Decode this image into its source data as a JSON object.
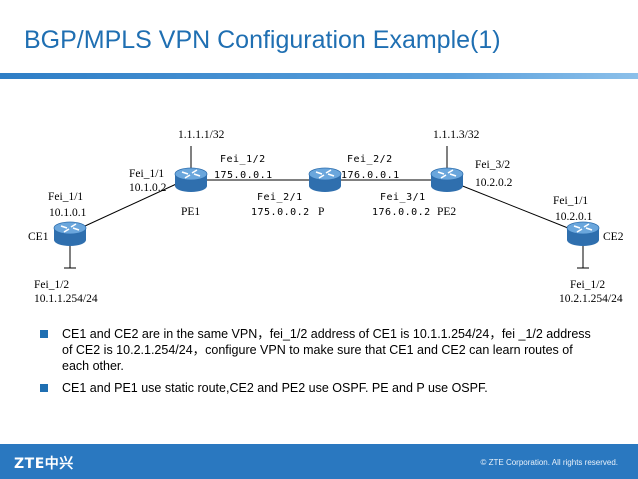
{
  "title": "BGP/MPLS VPN Configuration Example(1)",
  "colors": {
    "title": "#1f6fb2",
    "footer": "#2a78c0",
    "router": "#3a7bbf",
    "bullet": "#1f6fb2"
  },
  "devices": {
    "ce1": "CE1",
    "pe1": "PE1",
    "p": "P",
    "pe2": "PE2",
    "ce2": "CE2"
  },
  "loopbacks": {
    "pe1": "1.1.1.1/32",
    "pe2": "1.1.1.3/32"
  },
  "interfaces": {
    "ce1_fei11_name": "Fei_1/1",
    "ce1_fei11_ip": "10.1.0.1",
    "ce1_fei12_name": "Fei_1/2",
    "ce1_fei12_ip": "10.1.1.254/24",
    "pe1_fei11_name": "Fei_1/1",
    "pe1_fei11_ip": "10.1.0.2",
    "pe1_fei12_name": "Fei_1/2",
    "pe1_fei12_ip": "175.0.0.1",
    "p_fei21_name": "Fei_2/1",
    "p_fei21_ip": "175.0.0.2",
    "p_fei22_name": "Fei_2/2",
    "p_fei22_ip": "176.0.0.1",
    "pe2_fei31_name": "Fei_3/1",
    "pe2_fei31_ip": "176.0.0.2",
    "pe2_fei32_name": "Fei_3/2",
    "pe2_fei32_ip": "10.2.0.2",
    "ce2_fei11_name": "Fei_1/1",
    "ce2_fei11_ip": "10.2.0.1",
    "ce2_fei12_name": "Fei_1/2",
    "ce2_fei12_ip": "10.2.1.254/24"
  },
  "bullets": [
    "CE1 and CE2 are in the same VPN，fei_1/2 address of CE1 is 10.1.1.254/24，fei _1/2 address of CE2 is 10.2.1.254/24，configure VPN to make sure that CE1 and CE2 can learn routes of each other.",
    "CE1 and PE1 use static route,CE2 and PE2 use OSPF. PE and P use OSPF."
  ],
  "footer": {
    "logo": "ZTE中兴",
    "copyright": "© ZTE Corporation. All rights reserved."
  }
}
